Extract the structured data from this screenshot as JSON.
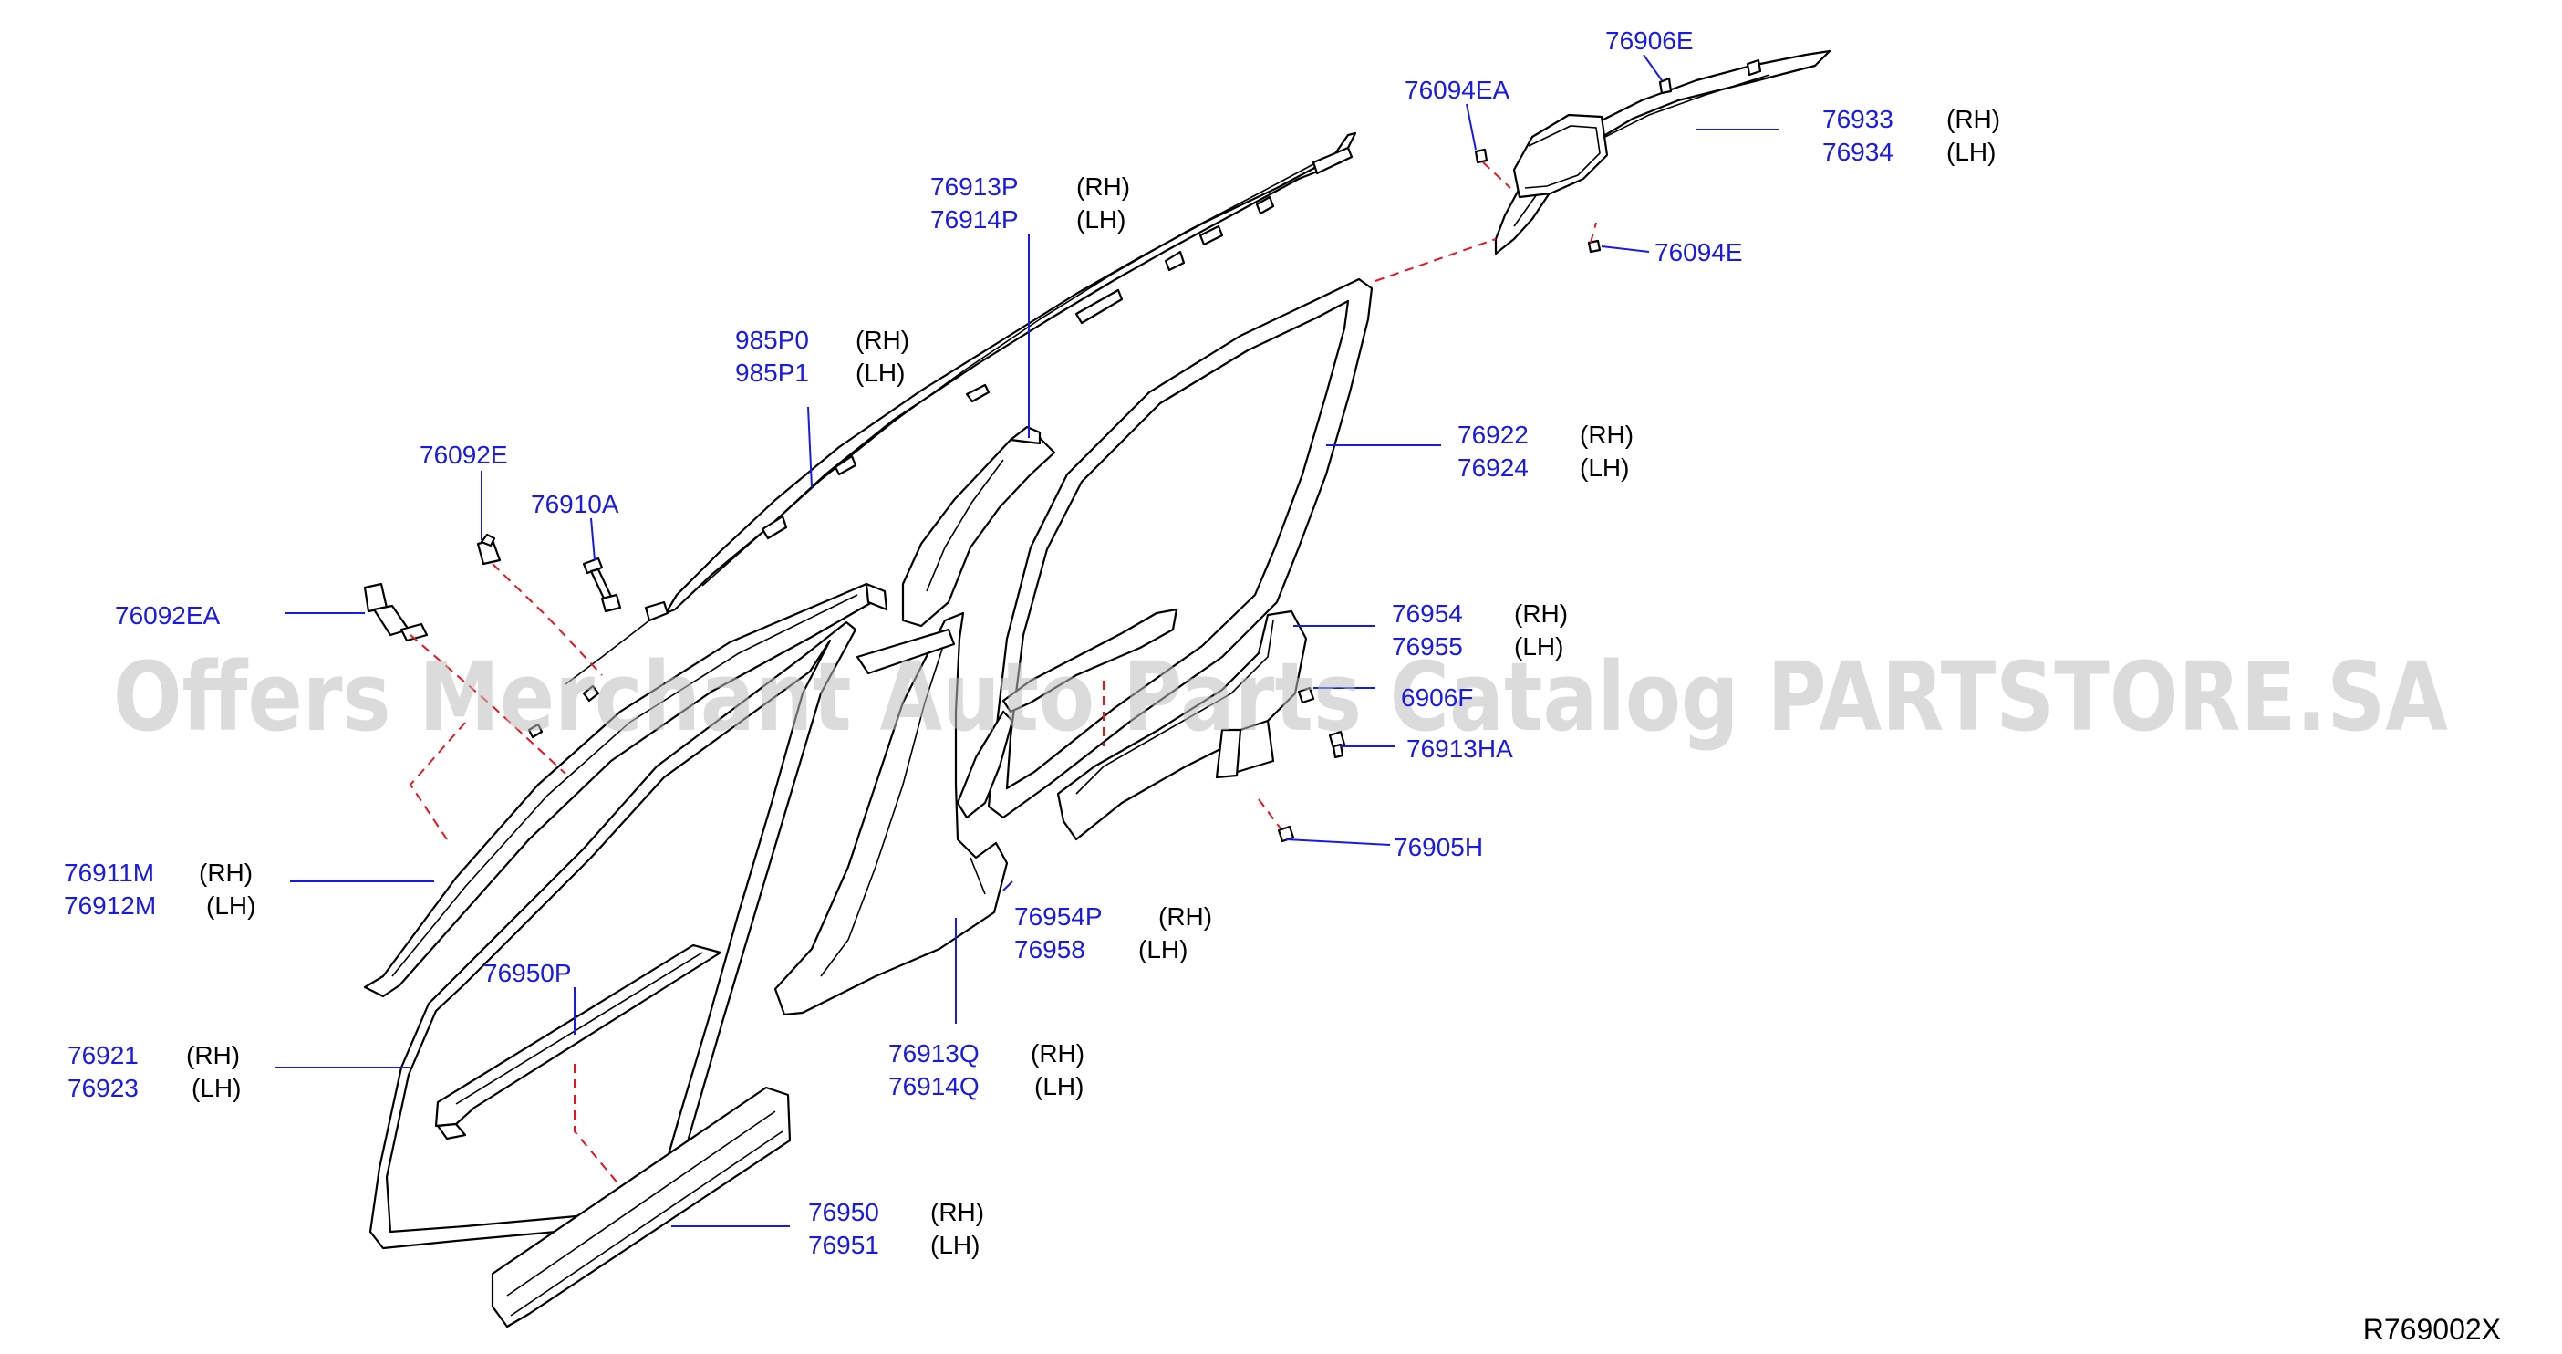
{
  "watermark": "Offers Merchant Auto Parts Catalog PARTSTORE.SA",
  "diagram_code": "R769002X",
  "colors": {
    "part_number": "#1a1ae6",
    "phantom_line": "#e8141c",
    "outline": "#000000"
  },
  "callouts": {
    "p76906E": "76906E",
    "p76094EA": "76094EA",
    "p76933": "76933",
    "p76933_side": "(RH)",
    "p76934": "76934",
    "p76934_side": "(LH)",
    "p76094E": "76094E",
    "p76913P": "76913P",
    "p76913P_side": "(RH)",
    "p76914P": "76914P",
    "p76914P_side": "(LH)",
    "p985P0": "985P0",
    "p985P0_side": "(RH)",
    "p985P1": "985P1",
    "p985P1_side": "(LH)",
    "p76092E": "76092E",
    "p76910A": "76910A",
    "p76092EA": "76092EA",
    "p76922": "76922",
    "p76922_side": "(RH)",
    "p76924": "76924",
    "p76924_side": "(LH)",
    "p76954": "76954",
    "p76954_side": "(RH)",
    "p76955": "76955",
    "p76955_side": "(LH)",
    "p6906F": "6906F",
    "p76913HA": "76913HA",
    "p76905H": "76905H",
    "p76911M": "76911M",
    "p76911M_side": "(RH)",
    "p76912M": "76912M",
    "p76912M_side": "(LH)",
    "p76954P": "76954P",
    "p76954P_side": "(RH)",
    "p76958": "76958",
    "p76958_side": "(LH)",
    "p76950P": "76950P",
    "p76913Q": "76913Q",
    "p76913Q_side": "(RH)",
    "p76914Q": "76914Q",
    "p76914Q_side": "(LH)",
    "p76921": "76921",
    "p76921_side": "(RH)",
    "p76923": "76923",
    "p76923_side": "(LH)",
    "p76950": "76950",
    "p76950_side": "(RH)",
    "p76951": "76951",
    "p76951_side": "(LH)"
  }
}
